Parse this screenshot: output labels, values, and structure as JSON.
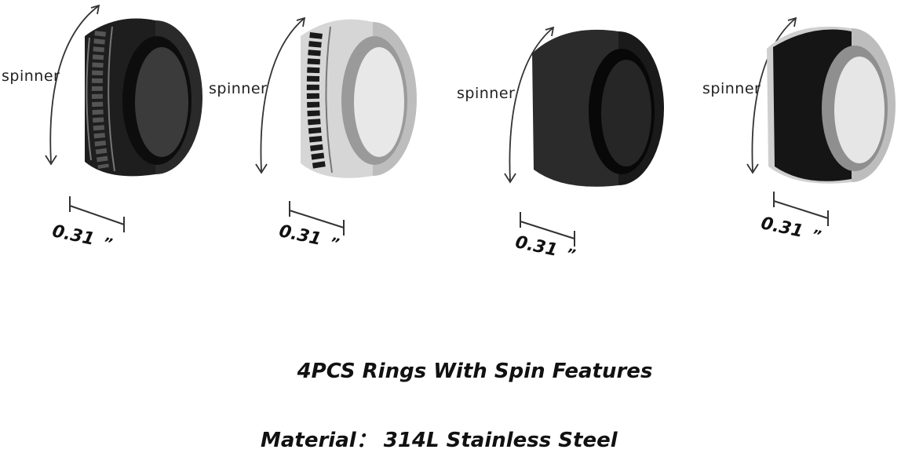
{
  "rings": [
    {
      "spin_label": "spinner",
      "size_value": "0.31",
      "size_unit": "”",
      "style": "black-chain-black"
    },
    {
      "spin_label": "spinner",
      "size_value": "0.31",
      "size_unit": "”",
      "style": "black-chain-silver"
    },
    {
      "spin_label": "spinner",
      "size_value": "0.31",
      "size_unit": "”",
      "style": "all-black"
    },
    {
      "spin_label": "spinner",
      "size_value": "0.31",
      "size_unit": "”",
      "style": "black-band-silver"
    }
  ],
  "caption": {
    "line1": "4PCS Rings  With Spin Features",
    "line2": "Material： 314L Stainless Steel"
  },
  "colors": {
    "black": "#1a1a1a",
    "silver": "#c8c8c8"
  }
}
